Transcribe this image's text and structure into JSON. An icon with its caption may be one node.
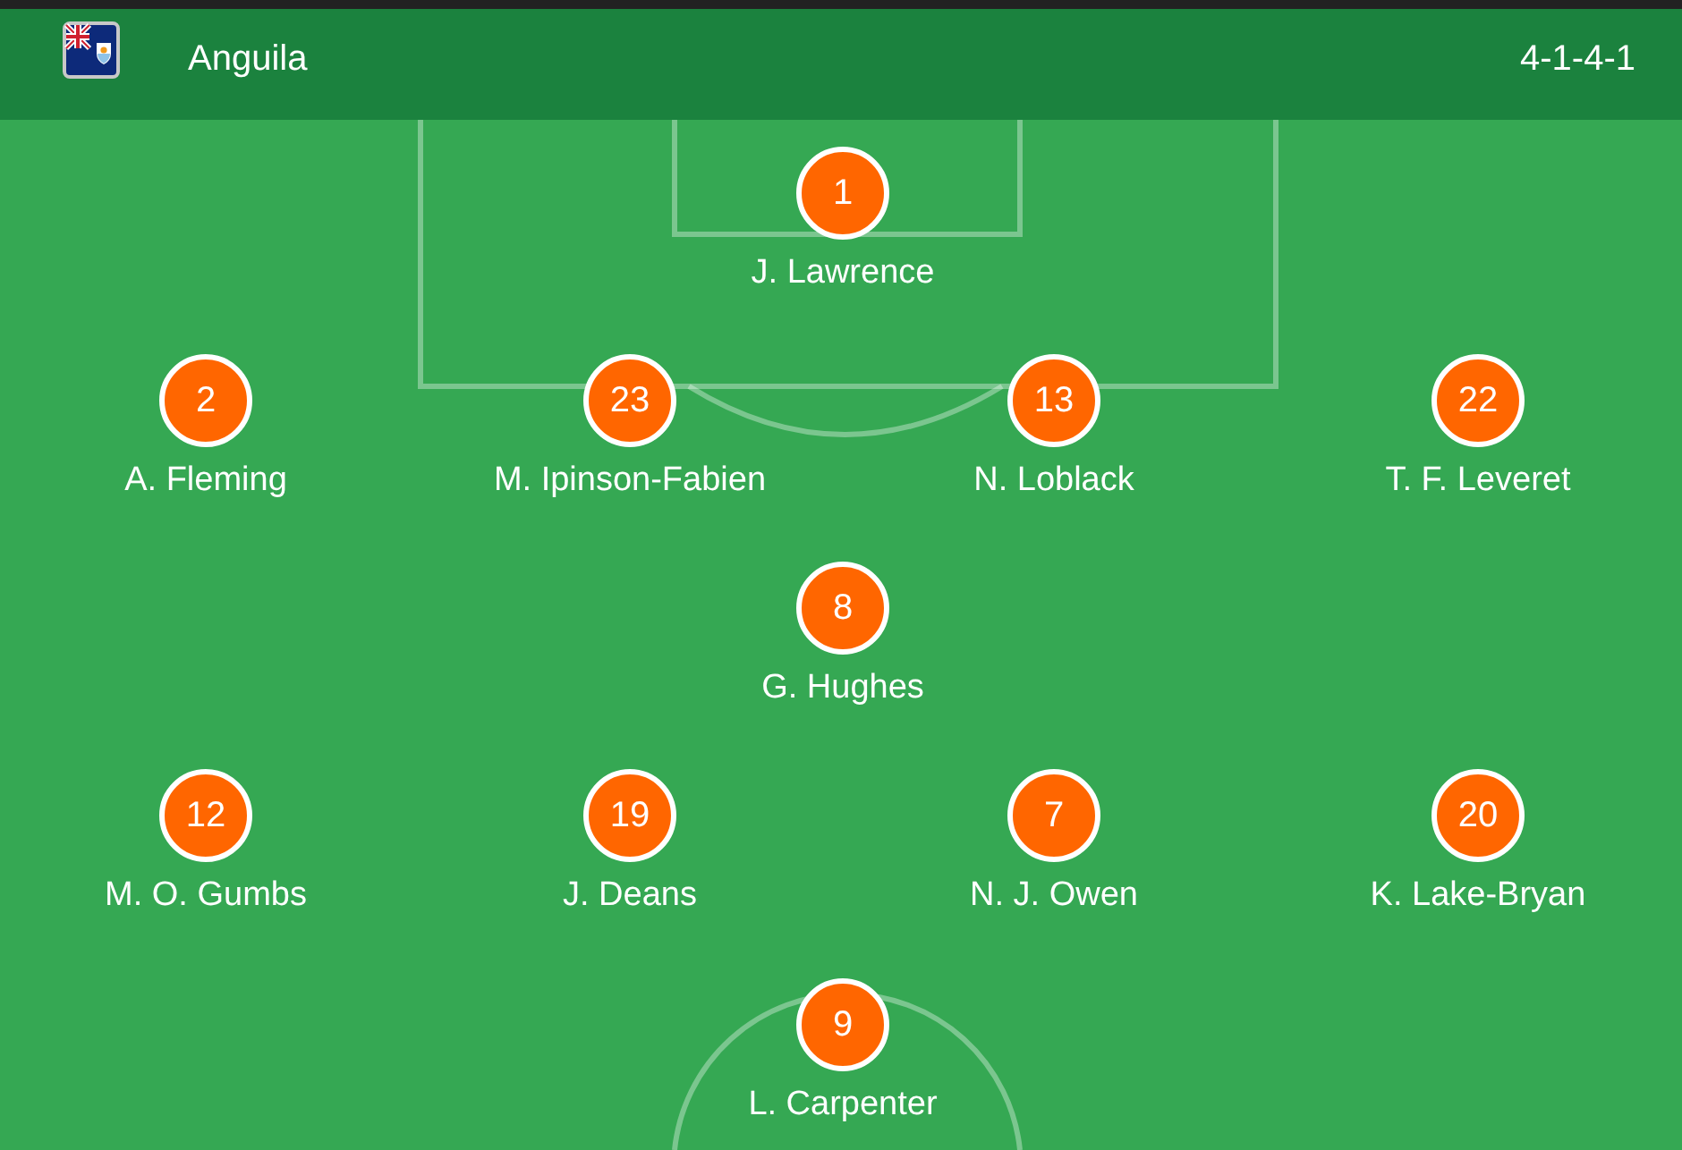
{
  "diagram": {
    "nodes": [
      {
        "text": [
          "1"
        ],
        "beside": [
          "J. Lawrence"
        ]
      },
      {
        "text": [
          "2"
        ],
        "beside": [
          "A. Fleming"
        ]
      },
      {
        "text": [
          "23"
        ],
        "beside": [
          "M. Ipinson-Fabien"
        ]
      },
      {
        "text": [
          "13"
        ],
        "beside": [
          "N. Loblack"
        ]
      },
      {
        "text": [
          "22"
        ],
        "beside": [
          "T. F. Leveret"
        ]
      },
      {
        "text": [
          "8"
        ],
        "beside": [
          "G. Hughes"
        ]
      },
      {
        "text": [
          "12"
        ],
        "beside": [
          "M. O. Gumbs"
        ]
      },
      {
        "text": [
          "19"
        ],
        "beside": [
          "J. Deans"
        ]
      },
      {
        "text": [
          "7"
        ],
        "beside": [
          "N. J. Owen"
        ]
      },
      {
        "text": [
          "20"
        ],
        "beside": [
          "K. Lake-Bryan"
        ]
      },
      {
        "text": [
          "9"
        ],
        "beside": [
          "L. Carpenter"
        ]
      }
    ],
    "labels": [
      "Anguila",
      "4-1-4-1"
    ]
  }
}
